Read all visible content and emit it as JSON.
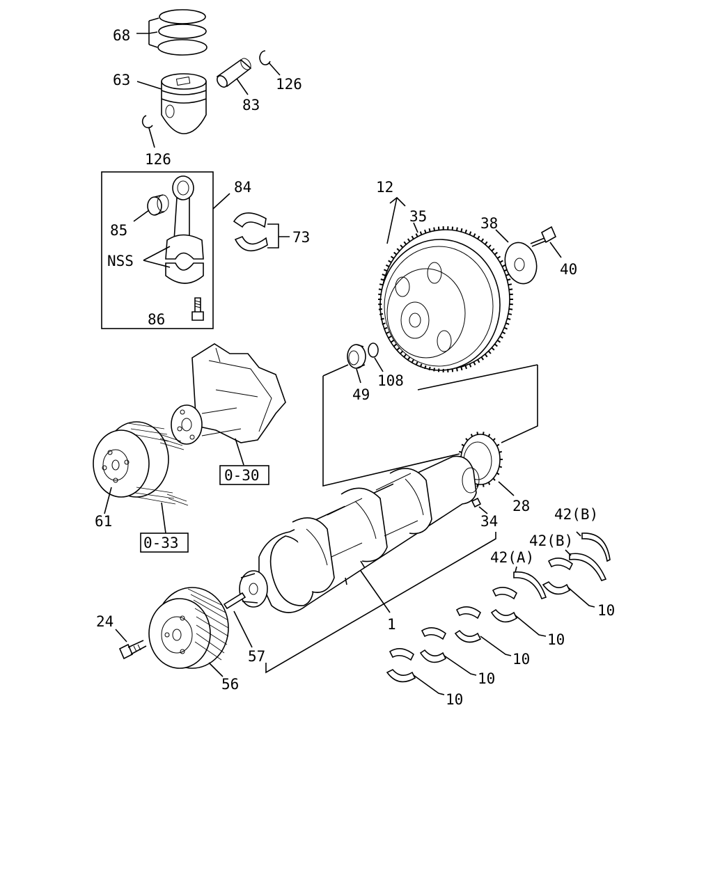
{
  "callouts": {
    "c68": "68",
    "c63": "63",
    "c83": "83",
    "c126a": "126",
    "c126b": "126",
    "c84": "84",
    "c85": "85",
    "c73": "73",
    "cNSS": "NSS",
    "c86": "86",
    "c12": "12",
    "c35": "35",
    "c38": "38",
    "c40": "40",
    "c108": "108",
    "c49": "49",
    "c28": "28",
    "c34": "34",
    "c42b1": "42(B)",
    "c42b2": "42(B)",
    "c42a": "42(A)",
    "c10a": "10",
    "c10b": "10",
    "c10c": "10",
    "c10d": "10",
    "c10e": "10",
    "c1": "1",
    "c61": "61",
    "c24": "24",
    "c57": "57",
    "c56": "56"
  },
  "references": {
    "ref030": "0-30",
    "ref033": "0-33"
  }
}
